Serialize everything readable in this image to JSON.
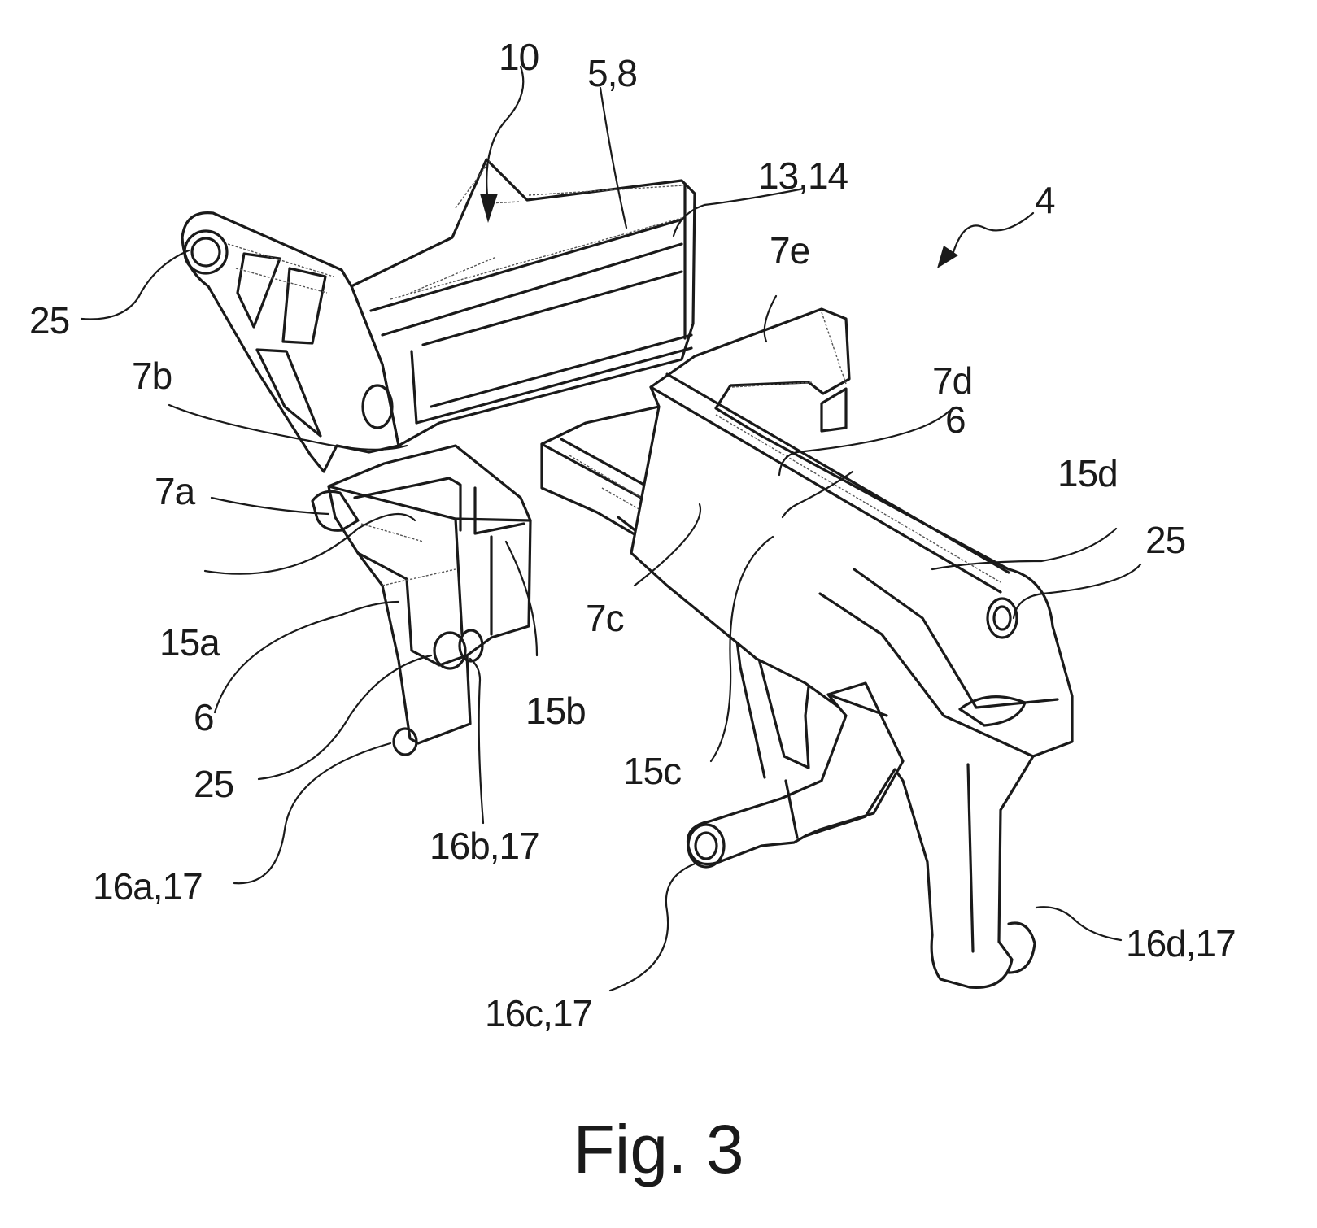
{
  "figure": {
    "caption": "Fig. 3",
    "labels": {
      "l10": "10",
      "l58": "5,8",
      "l1314": "13,14",
      "l4": "4",
      "l7e": "7e",
      "l25a": "25",
      "l7b": "7b",
      "l7d": "7d",
      "l6a": "6",
      "l15d": "15d",
      "l7a": "7a",
      "l25b": "25",
      "l15a": "15a",
      "l7c": "7c",
      "l6b": "6",
      "l15b": "15b",
      "l25c": "25",
      "l15c": "15c",
      "l16b": "16b,17",
      "l16a": "16a,17",
      "l16d": "16d,17",
      "l16c": "16c,17"
    }
  }
}
